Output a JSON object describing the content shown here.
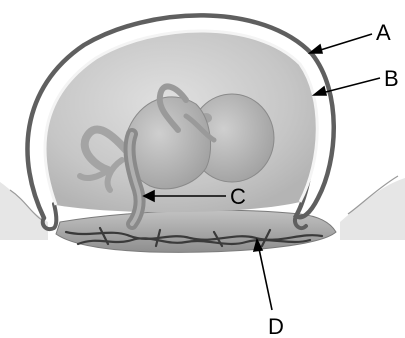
{
  "diagram": {
    "labels": {
      "a": "A",
      "b": "B",
      "c": "C",
      "d": "D"
    }
  },
  "colors": {
    "outer_membrane": "#5f5f5f",
    "inner_membrane": "#f2f2f2",
    "amniotic_fluid": "#c9c9c9",
    "embryo": "#b8b8b8",
    "umbilical_cord": "#8a8a8a",
    "placenta": "#aeaeae",
    "vessels": "#3a3a3a",
    "arrow": "#000000"
  }
}
